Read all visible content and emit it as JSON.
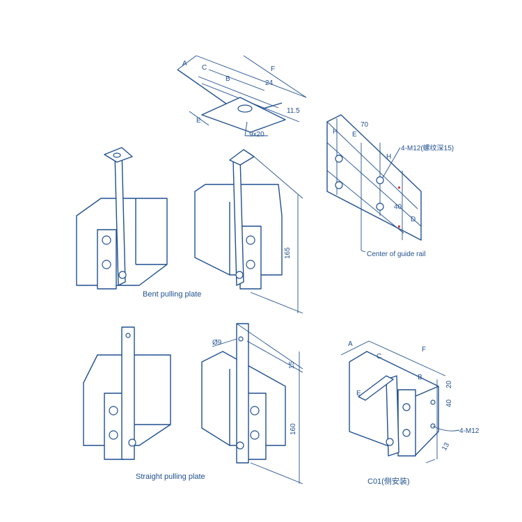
{
  "top_view": {
    "labels": {
      "a": "A",
      "c": "C",
      "b": "B",
      "f": "F",
      "d24": "24",
      "d115": "11.5",
      "slot": "9x20",
      "e": "E"
    }
  },
  "mount_plate": {
    "labels": {
      "h1": "H",
      "e": "E",
      "d70": "70",
      "h2": "H",
      "thread": "4-M12(螺纹深15)",
      "d40": "40",
      "d": "D",
      "rail": "Center of guide rail"
    }
  },
  "bent": {
    "caption": "Bent pulling plate",
    "height": "165"
  },
  "straight": {
    "caption": "Straight pulling plate",
    "hole": "Ø9",
    "d15": "15",
    "height": "160"
  },
  "c01": {
    "caption": "C01(侧安装)",
    "labels": {
      "a": "A",
      "c": "C",
      "f": "F",
      "b": "B",
      "e": "E",
      "d20": "20",
      "d40": "40",
      "thread": "4-M12",
      "d13": "13"
    }
  },
  "colors": {
    "line": "#1f4f8f",
    "marker": "#d23a3a"
  }
}
